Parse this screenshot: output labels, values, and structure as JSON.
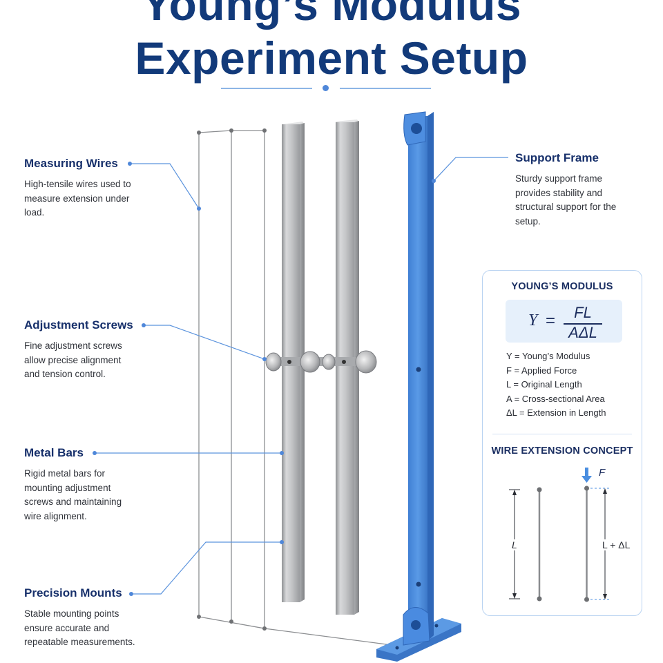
{
  "title": {
    "line1": "Young’s Modulus",
    "line2": "Experiment Setup"
  },
  "callouts": {
    "measuring_wires": {
      "heading": "Measuring Wires",
      "body": "High-tensile wires used to measure extension under load."
    },
    "adjustment_screws": {
      "heading": "Adjustment Screws",
      "body": "Fine adjustment screws allow precise alignment and tension control."
    },
    "metal_bars": {
      "heading": "Metal Bars",
      "body": "Rigid metal bars for mounting adjustment screws and maintaining wire alignment."
    },
    "precision_mounts": {
      "heading": "Precision Mounts",
      "body": "Stable mounting points ensure accurate and repeatable measurements."
    },
    "support_frame": {
      "heading": "Support Frame",
      "body": "Sturdy support frame provides stability and structural support for the setup."
    }
  },
  "panel": {
    "heading": "YOUNG’S MODULUS",
    "formula": {
      "lhs": "Y",
      "eq": "=",
      "numerator": "FL",
      "denominator": "AΔL"
    },
    "legend": [
      "Y = Young’s Modulus",
      "F = Applied Force",
      "L = Original Length",
      "A = Cross-sectional Area",
      "ΔL = Extension in Length"
    ],
    "concept": {
      "heading": "WIRE EXTENSION CONCEPT",
      "force_label": "F",
      "original_label": "L",
      "extended_label": "L + ΔL"
    }
  },
  "colors": {
    "title": "#123a7a",
    "frame_blue": "#4a8ee0",
    "leader_blue": "#5b93dd",
    "metal": "#b8b8b8",
    "panel_border": "#b9d3f1"
  }
}
